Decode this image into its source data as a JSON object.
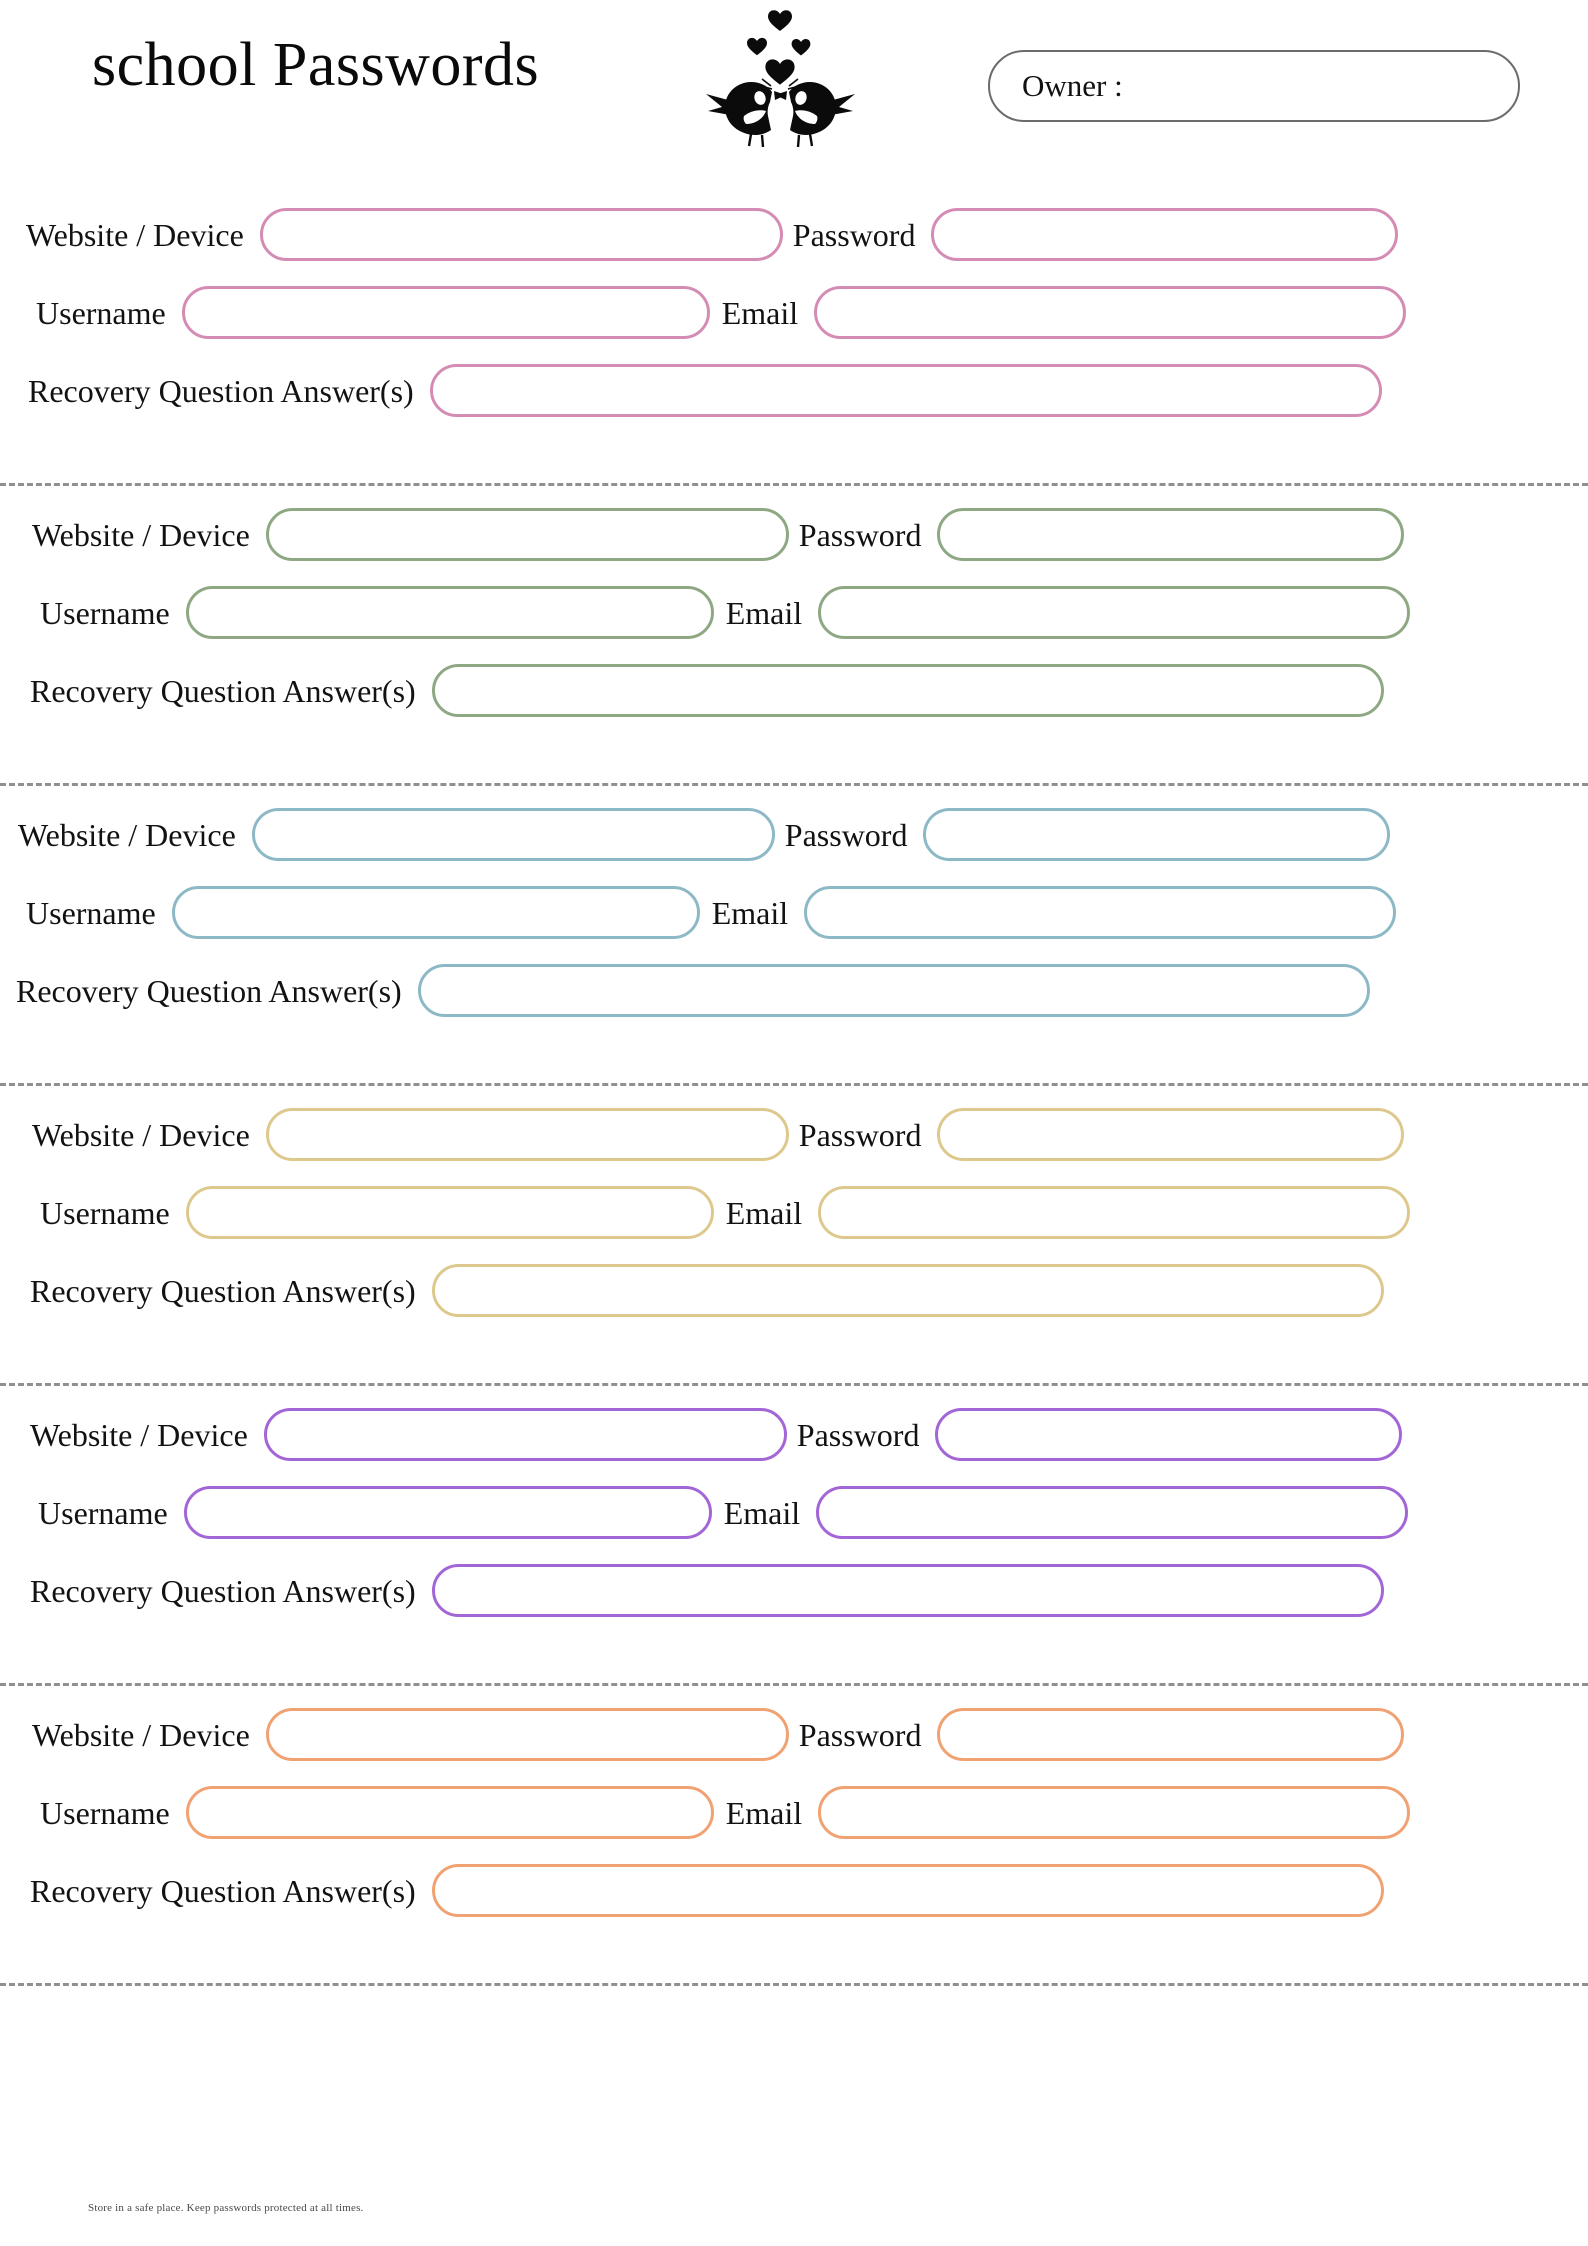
{
  "header": {
    "title": "school Passwords",
    "owner_label": "Owner :",
    "owner_value": "",
    "birds_icon": "love-birds-icon"
  },
  "labels": {
    "website": "Website / Device",
    "password": "Password",
    "username": "Username",
    "email": "Email",
    "recovery": "Recovery Question Answer(s)"
  },
  "footer": {
    "note": "Store in a safe place. Keep passwords protected at all times."
  },
  "colors": {
    "pink": "#d48cb4",
    "green": "#8ea884",
    "blue": "#8db9c6",
    "gold": "#ddc98d",
    "purple": "#a366d6",
    "orange": "#f0a273",
    "divider": "#7d7d7d",
    "owner_border": "#6b6b6b",
    "text": "#121212"
  },
  "entries": [
    {
      "color_name": "pink",
      "color": "#d48cb4",
      "indent_row1": 26,
      "indent_row2": 36,
      "indent_row3": 28,
      "website_value": "",
      "password_value": "",
      "username_value": "",
      "email_value": "",
      "recovery_value": ""
    },
    {
      "color_name": "green",
      "color": "#8ea884",
      "indent_row1": 32,
      "indent_row2": 40,
      "indent_row3": 30,
      "website_value": "",
      "password_value": "",
      "username_value": "",
      "email_value": "",
      "recovery_value": ""
    },
    {
      "color_name": "blue",
      "color": "#8db9c6",
      "indent_row1": 18,
      "indent_row2": 26,
      "indent_row3": 16,
      "website_value": "",
      "password_value": "",
      "username_value": "",
      "email_value": "",
      "recovery_value": ""
    },
    {
      "color_name": "gold",
      "color": "#ddc98d",
      "indent_row1": 32,
      "indent_row2": 40,
      "indent_row3": 30,
      "website_value": "",
      "password_value": "",
      "username_value": "",
      "email_value": "",
      "recovery_value": ""
    },
    {
      "color_name": "purple",
      "color": "#a366d6",
      "indent_row1": 30,
      "indent_row2": 38,
      "indent_row3": 30,
      "website_value": "",
      "password_value": "",
      "username_value": "",
      "email_value": "",
      "recovery_value": ""
    },
    {
      "color_name": "orange",
      "color": "#f0a273",
      "indent_row1": 32,
      "indent_row2": 40,
      "indent_row3": 30,
      "website_value": "",
      "password_value": "",
      "username_value": "",
      "email_value": "",
      "recovery_value": ""
    }
  ]
}
